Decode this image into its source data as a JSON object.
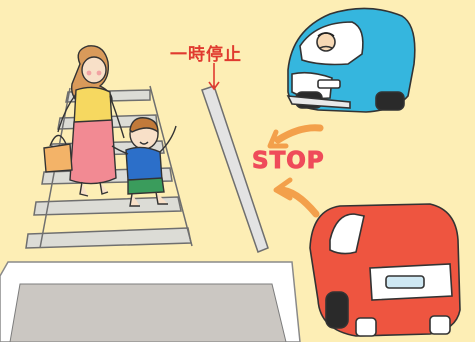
{
  "signage": {
    "stop_line_label": "一時停止",
    "stop_sign_text": "STOP"
  },
  "colors": {
    "background": "#fdeeb5",
    "sidewalk": "#cbc7c2",
    "crosswalk_stripes": "#dcdcd6",
    "stop_line": "#e3e3e3",
    "label_red": "#e03a2f",
    "stop_pink": "#ef4b5a",
    "arrow_orange": "#f3a04b",
    "blue_car": "#35b6de",
    "red_car": "#ee5540",
    "mother_shirt": "#f6d860",
    "mother_skirt": "#f28a93",
    "child_shirt": "#2c6fc9",
    "child_shorts": "#3a9c5c"
  },
  "scene": {
    "figures": [
      "mother",
      "child",
      "blue-car",
      "red-car"
    ],
    "icons": [
      "down-arrow-icon",
      "curved-arrow-icon"
    ]
  }
}
